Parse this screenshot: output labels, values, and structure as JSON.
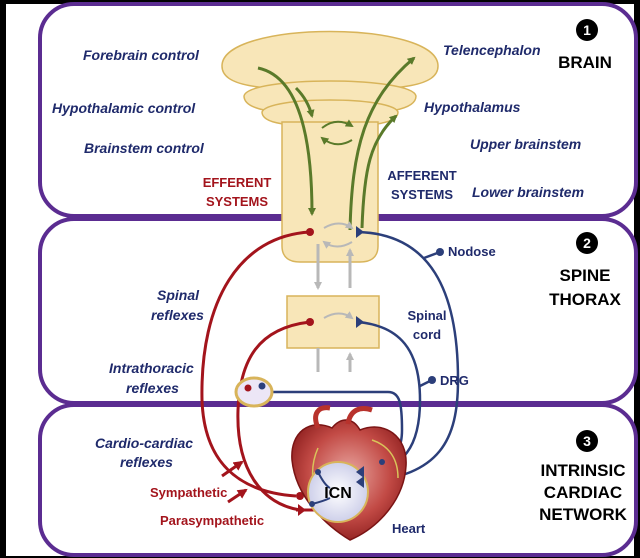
{
  "sections": {
    "brain": {
      "number": "1",
      "title": "BRAIN",
      "controls": [
        "Forebrain control",
        "Hypothalamic  control",
        "Brainstem control"
      ],
      "regions": [
        "Telencephalon",
        "Hypothalamus",
        "Upper brainstem",
        "Lower brainstem"
      ],
      "efferent": [
        "EFFERENT",
        "SYSTEMS"
      ],
      "afferent": [
        "AFFERENT",
        "SYSTEMS"
      ]
    },
    "spine": {
      "number": "2",
      "title_lines": [
        "SPINE",
        "THORAX"
      ],
      "spinal_reflexes": [
        "Spinal",
        "reflexes"
      ],
      "intrathoracic_reflexes": [
        "Intrathoracic",
        "reflexes"
      ],
      "spinal_cord": [
        "Spinal",
        "cord"
      ],
      "nodose": "Nodose",
      "drg": "DRG"
    },
    "heart": {
      "number": "3",
      "title_lines": [
        "INTRINSIC",
        "CARDIAC",
        "NETWORK"
      ],
      "cardio_reflexes": [
        "Cardio-cardiac",
        "reflexes"
      ],
      "sympathetic": "Sympathetic",
      "parasympathetic": "Parasympathetic",
      "icn": "ICN",
      "heart_label": "Heart"
    }
  },
  "colors": {
    "frame": "#5b2c91",
    "efferent": "#a3141c",
    "afferent": "#2c3f7a",
    "brain_path": "#5a7a2a",
    "brain_fill": "#f8e6b8",
    "brain_stroke": "#d8b45a"
  }
}
